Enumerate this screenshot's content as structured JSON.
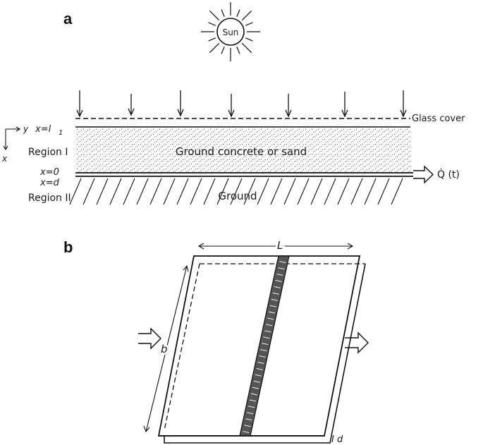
{
  "panel_a": {
    "label": "a",
    "sun": "Sun",
    "glass_cover": "Glass cover",
    "axis_y": "y",
    "axis_x": "x",
    "x_l1": "x=l",
    "x_l1_sub": "1",
    "region1": "Region I",
    "fill": "Ground concrete or sand",
    "x0": "x=0",
    "xd": "x=d",
    "region2": "Region II",
    "ground": "Ground",
    "q_out": "Q̇ (t)"
  },
  "panel_b": {
    "label": "b",
    "length": "L",
    "width": "b",
    "depth": "I d"
  }
}
